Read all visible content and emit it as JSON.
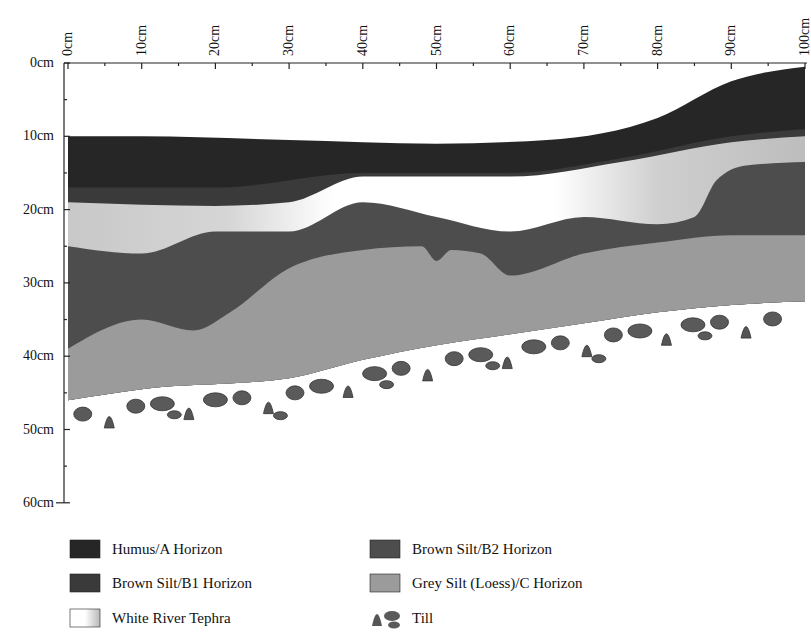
{
  "diagram": {
    "labels": [
      "0cm",
      "10cm",
      "20cm",
      "30cm",
      "40cm",
      "50cm",
      "60cm",
      "70cm",
      "80cm",
      "90cm",
      "100cm",
      "0cm",
      "10cm",
      "20cm",
      "30cm",
      "40cm",
      "50cm",
      "60cm"
    ],
    "legend": [
      {
        "text": "Humus/A Horizon",
        "color": "#262626"
      },
      {
        "text": "Brown Silt/B2 Horizon",
        "color": "#4d4d4d"
      },
      {
        "text": "Brown Silt/B1 Horizon",
        "color": "#3a3a3a"
      },
      {
        "text": "Grey Silt (Loess)/C Horizon",
        "color": "#9b9b9b"
      },
      {
        "text": "White River Tephra"
      },
      {
        "text": "Till"
      }
    ]
  }
}
